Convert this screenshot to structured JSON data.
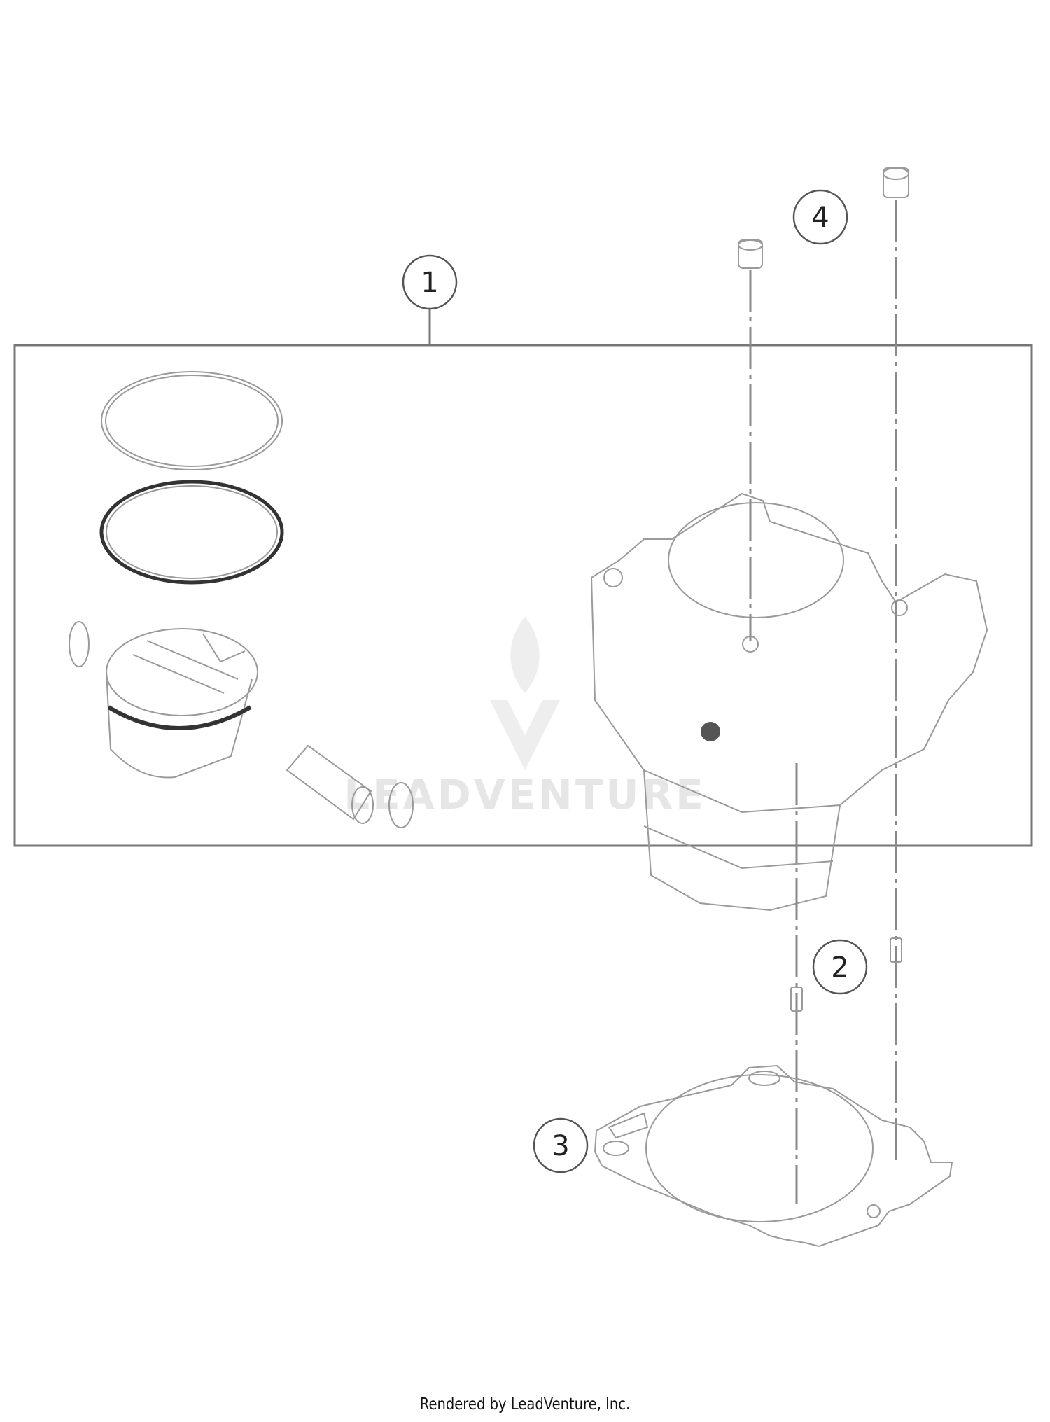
{
  "diagram": {
    "callouts": [
      {
        "label": "1"
      },
      {
        "label": "2"
      },
      {
        "label": "3"
      },
      {
        "label": "4"
      }
    ],
    "watermark": "LEADVENTURE",
    "colors": {
      "line": "#9a9a9a",
      "callout": "#555555",
      "frame": "#777777"
    }
  },
  "footer": {
    "text": "Rendered by LeadVenture, Inc."
  }
}
